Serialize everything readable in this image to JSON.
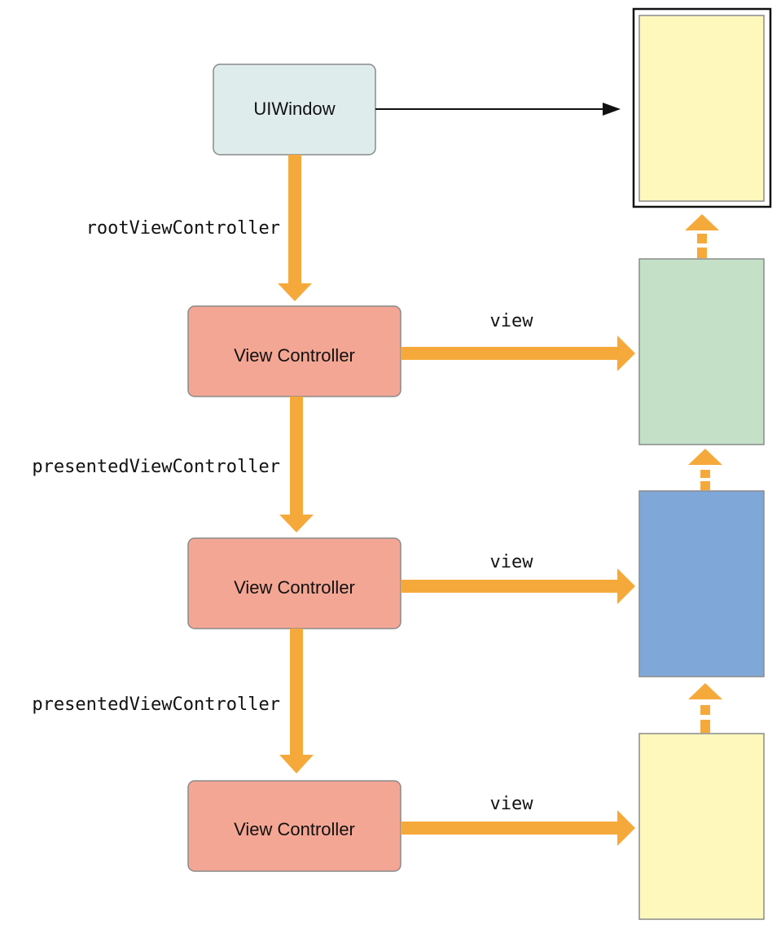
{
  "colors": {
    "window_fill": "#DFECEC",
    "controller_fill": "#F4A694",
    "arrow_orange": "#F6A93B",
    "window_frame_fill": "#FFF8BD",
    "view_green": "#C4E1C8",
    "view_blue": "#7FA8D9",
    "view_yellow": "#FFF8BD",
    "box_stroke": "#8A8A8A"
  },
  "nodes": {
    "window": {
      "label": "UIWindow"
    },
    "controller_1": {
      "label": "View Controller"
    },
    "controller_2": {
      "label": "View Controller"
    },
    "controller_3": {
      "label": "View Controller"
    }
  },
  "edges": {
    "root": {
      "label": "rootViewController"
    },
    "presented_1": {
      "label": "presentedViewController"
    },
    "presented_2": {
      "label": "presentedViewController"
    },
    "view_1": {
      "label": "view"
    },
    "view_2": {
      "label": "view"
    },
    "view_3": {
      "label": "view"
    }
  },
  "views": [
    {
      "name": "window-view",
      "color": "yellow"
    },
    {
      "name": "view-1",
      "color": "green"
    },
    {
      "name": "view-2",
      "color": "blue"
    },
    {
      "name": "view-3",
      "color": "yellow"
    }
  ]
}
